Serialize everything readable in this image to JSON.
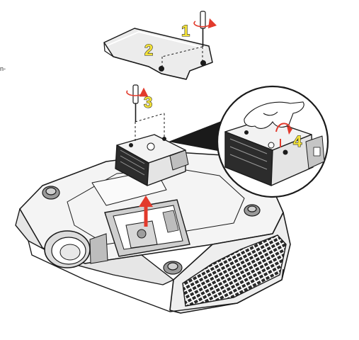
{
  "steps": [
    {
      "label": "1"
    },
    {
      "label": "2"
    },
    {
      "label": "3"
    },
    {
      "label": "4"
    }
  ],
  "edge_fragment": "n-",
  "colors": {
    "callout_number": "#f3e23a",
    "arrow": "#e23a2c",
    "line": "#1a1a1a",
    "body": "#f4f4f4",
    "vent": "#2a2a2a"
  }
}
